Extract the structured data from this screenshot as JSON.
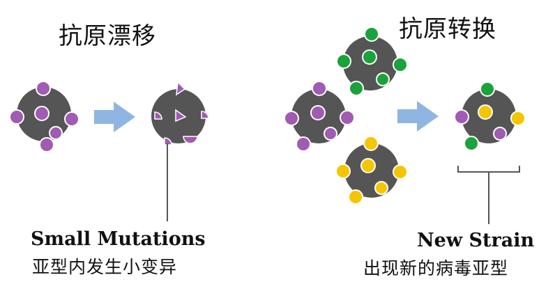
{
  "antigenic_drift": {
    "title": "抗原漂移",
    "caption_en": "Small Mutations",
    "caption_zh": "亚型内发生小变异"
  },
  "antigenic_shift": {
    "title": "抗原转换",
    "caption_en": "New Strain",
    "caption_zh": "出现新的病毒亚型"
  },
  "colors": {
    "virus_body": "#555555",
    "purple": "#a05bb2",
    "green": "#1aa33a",
    "yellow": "#f5c600",
    "arrow": "#8fb6e2",
    "line": "#555555"
  }
}
